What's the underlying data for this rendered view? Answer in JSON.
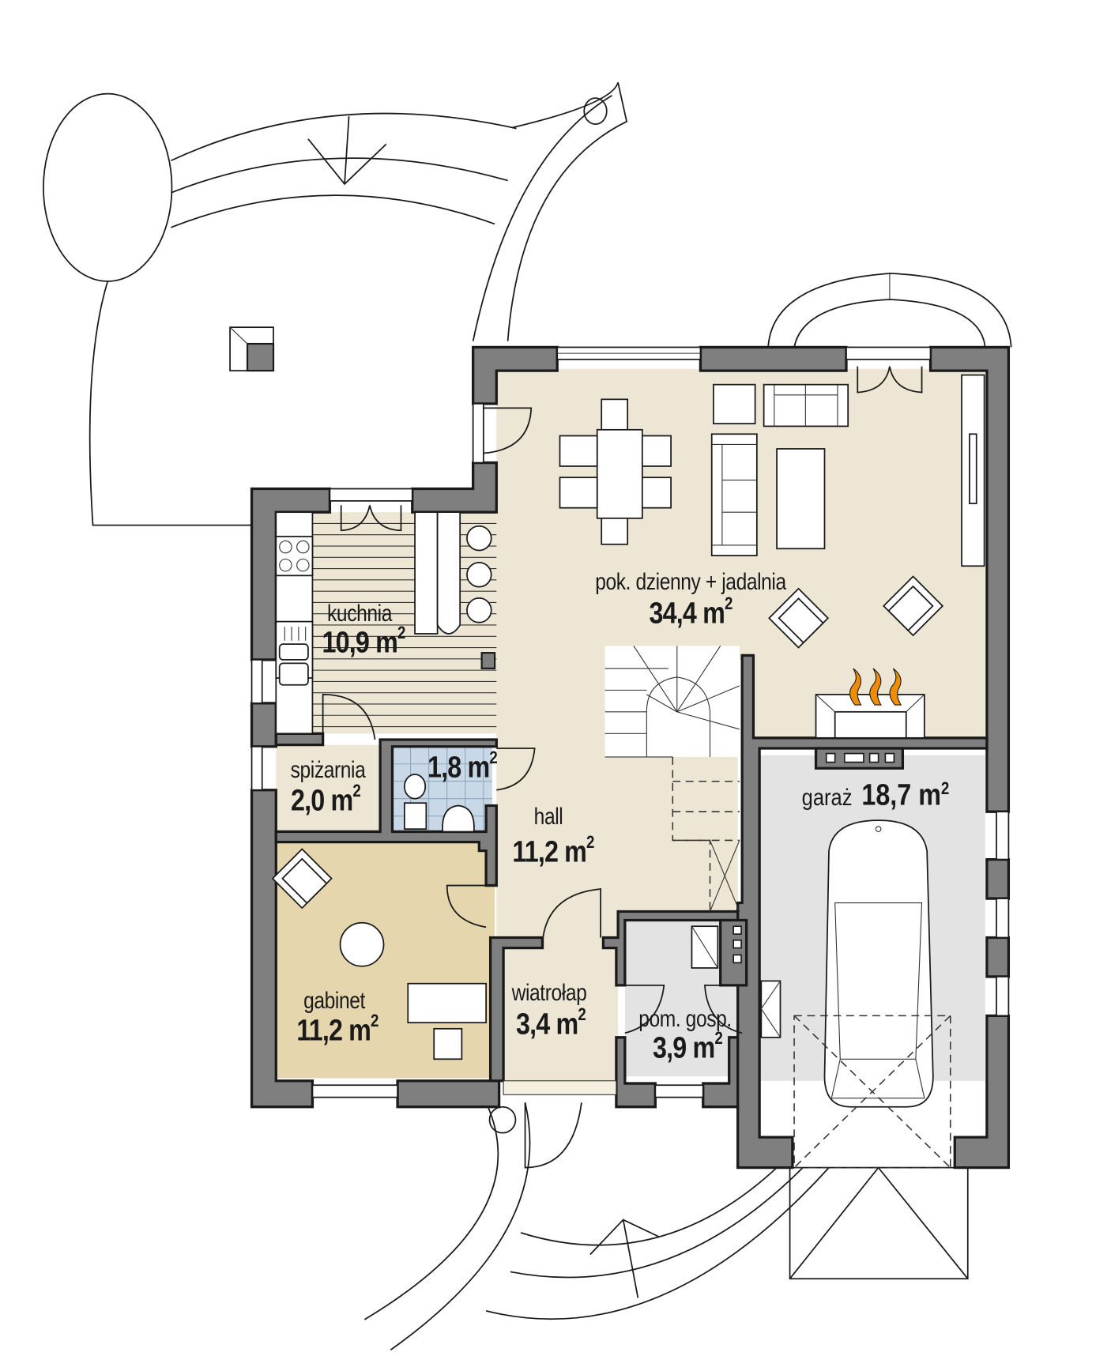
{
  "plan": {
    "type": "ground floor plan",
    "colors": {
      "wall": "#7f7f7f",
      "living": "#ede6d5",
      "study": "#e6d6ae",
      "garage": "#e3e3e3",
      "bathroom": "#c9d8e6",
      "kitchen_floor": "#ede6d5",
      "flame": "#f08c00"
    },
    "unit": "m²",
    "rooms": [
      {
        "id": "living",
        "name": "pok. dzienny + jadalnia",
        "area": "34,4 m",
        "sup": "2"
      },
      {
        "id": "kitchen",
        "name": "kuchnia",
        "area": "10,9 m",
        "sup": "2"
      },
      {
        "id": "pantry",
        "name": "spiżarnia",
        "area": "2,0 m",
        "sup": "2"
      },
      {
        "id": "wc",
        "name": "",
        "area": "1,8 m",
        "sup": "2"
      },
      {
        "id": "hall",
        "name": "hall",
        "area": "11,2 m",
        "sup": "2"
      },
      {
        "id": "study",
        "name": "gabinet",
        "area": "11,2 m",
        "sup": "2"
      },
      {
        "id": "vestibule",
        "name": "wiatrołap",
        "area": "3,4 m",
        "sup": "2"
      },
      {
        "id": "utility",
        "name": "pom. gosp.",
        "area": "3,9 m",
        "sup": "2"
      },
      {
        "id": "garage",
        "name": "garaż",
        "area": "18,7 m",
        "sup": "2"
      }
    ]
  }
}
